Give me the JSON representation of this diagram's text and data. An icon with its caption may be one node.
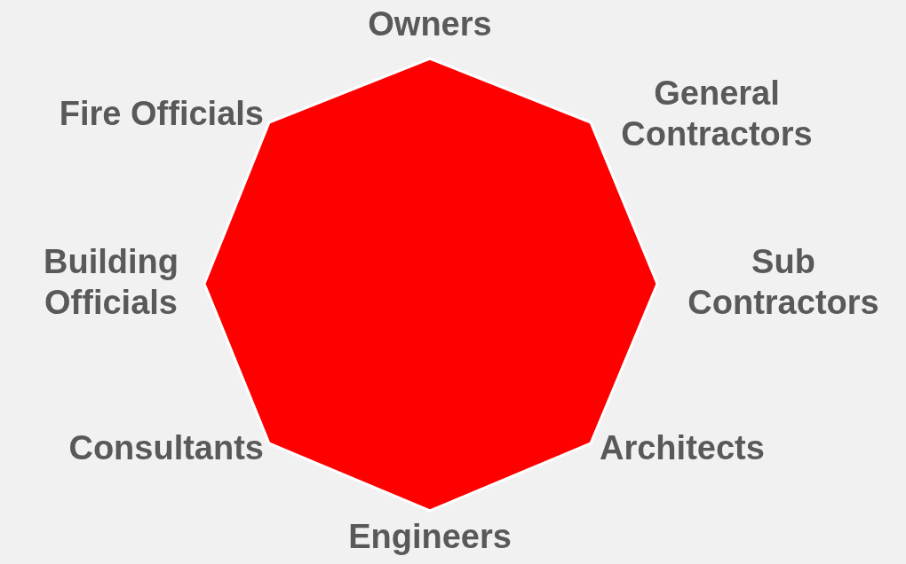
{
  "diagram": {
    "labels": [
      "Owners",
      "Fire Officials",
      "General Contractors",
      "Building Officials",
      "Sub Contractors",
      "Consultants",
      "Architects",
      "Engineers"
    ]
  }
}
